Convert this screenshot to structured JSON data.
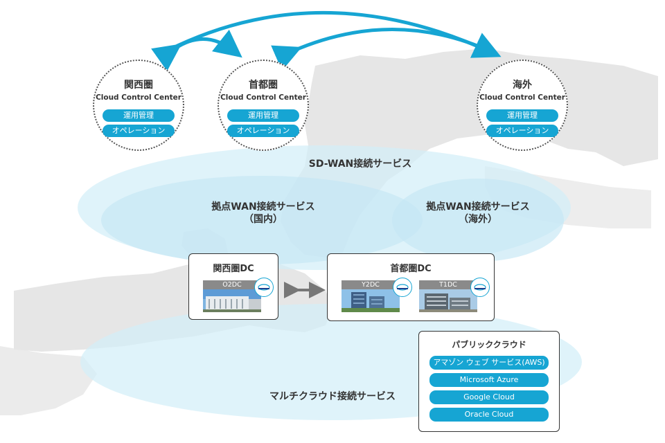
{
  "colors": {
    "accent": "#16a5d3",
    "zone_fill": "#d3eef8",
    "map_gray": "#e6e6e6",
    "arrow": "#16a5d3",
    "link_arrow": "#777777"
  },
  "centers": [
    {
      "region": "関西圏",
      "name": "Cloud Control Center",
      "services": [
        "運用管理",
        "オペレーション"
      ]
    },
    {
      "region": "首都圏",
      "name": "Cloud Control Center",
      "services": [
        "運用管理",
        "オペレーション"
      ]
    },
    {
      "region": "海外",
      "name": "Cloud Control Center",
      "services": [
        "運用管理",
        "オペレーション"
      ]
    }
  ],
  "zones": {
    "sdwan": "SD-WAN接続サービス",
    "domestic": {
      "title": "拠点WAN接続サービス",
      "sub": "（国内）"
    },
    "overseas": {
      "title": "拠点WAN接続サービス",
      "sub": "（海外）"
    },
    "multicloud": "マルチクラウド接続サービス"
  },
  "datacenters": {
    "kansai": {
      "title": "関西圏DC",
      "sites": [
        "O2DC"
      ]
    },
    "shutoken": {
      "title": "首都圏DC",
      "sites": [
        "Y2DC",
        "T1DC"
      ]
    }
  },
  "public_cloud": {
    "title": "パブリッククラウド",
    "providers": [
      "アマゾン ウェブ サービス(AWS)",
      "Microsoft Azure",
      "Google Cloud",
      "Oracle Cloud"
    ]
  }
}
